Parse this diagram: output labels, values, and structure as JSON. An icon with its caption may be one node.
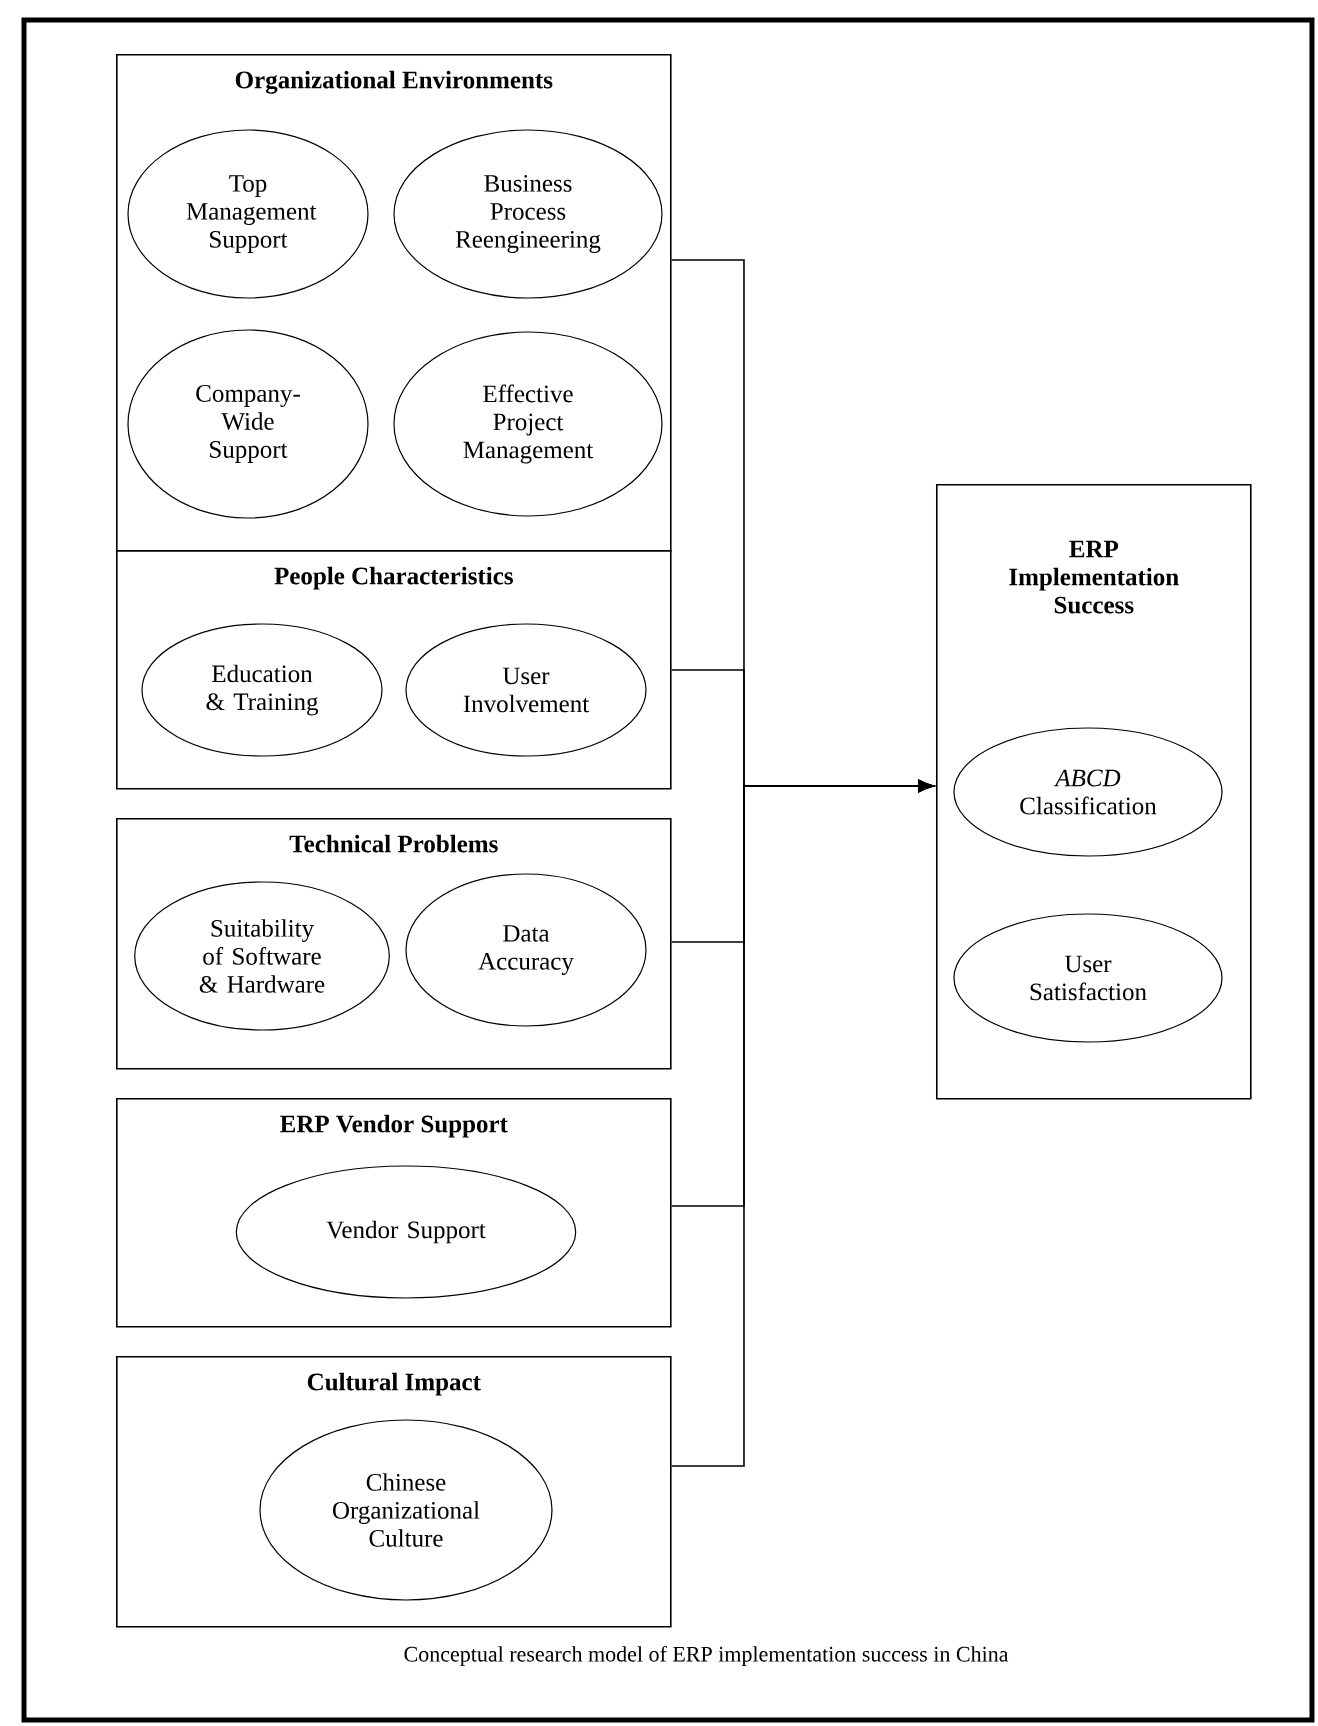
{
  "diagram": {
    "caption": "Conceptual research model of ERP implementation success in China",
    "nodes": [
      {
        "text": [
          "Organizational Environments"
        ]
      },
      {
        "text": [
          "Top Management Support"
        ],
        "in": 0
      },
      {
        "text": [
          "Business Process Reengineering"
        ],
        "in": 0
      },
      {
        "text": [
          "Company- Wide Support"
        ],
        "in": 0
      },
      {
        "text": [
          "Effective Project Management"
        ],
        "in": 0
      },
      {
        "text": [
          "People Characteristics"
        ]
      },
      {
        "text": [
          "Education & Training"
        ],
        "in": 5
      },
      {
        "text": [
          "User Involvement"
        ],
        "in": 5
      },
      {
        "text": [
          "Technical Problems"
        ]
      },
      {
        "text": [
          "Suitability of Software & Hardware"
        ],
        "in": 8
      },
      {
        "text": [
          "Data Accuracy"
        ],
        "in": 8
      },
      {
        "text": [
          "ERP Vendor Support"
        ]
      },
      {
        "text": [
          "Vendor Support"
        ],
        "in": 11
      },
      {
        "text": [
          "Cultural Impact"
        ]
      },
      {
        "text": [
          "Chinese Organizational Culture"
        ],
        "in": 13
      },
      {
        "text": [
          "ERP Implementation Success"
        ]
      },
      {
        "text": [
          "*ABCD* Classification"
        ],
        "in": 15
      },
      {
        "text": [
          "User Satisfaction"
        ],
        "in": 15
      }
    ],
    "edges": [
      {
        "from": 0,
        "to": 15,
        "arrow": "to"
      },
      {
        "from": 5,
        "to": 15,
        "arrow": "to"
      },
      {
        "from": 8,
        "to": 15,
        "arrow": "to"
      },
      {
        "from": 11,
        "to": 15,
        "arrow": "to"
      },
      {
        "from": 13,
        "to": 15,
        "arrow": "to"
      }
    ]
  }
}
